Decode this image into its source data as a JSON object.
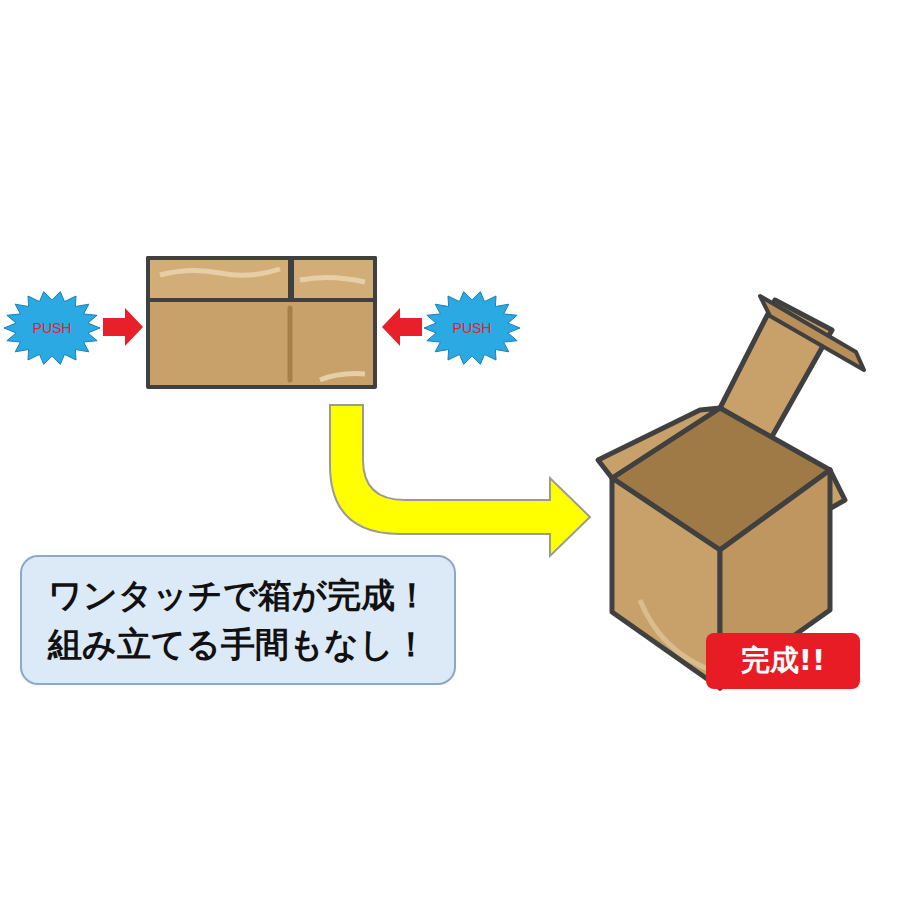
{
  "diagram": {
    "nodes": [
      {
        "text": [
          "PUSH"
        ]
      },
      {
        "text": [
          "PUSH"
        ]
      },
      {
        "text": [
          "ワンタッチで箱が完成！ 組み立てる手間もなし！"
        ]
      },
      {
        "text": [
          "完成!!"
        ]
      }
    ]
  }
}
